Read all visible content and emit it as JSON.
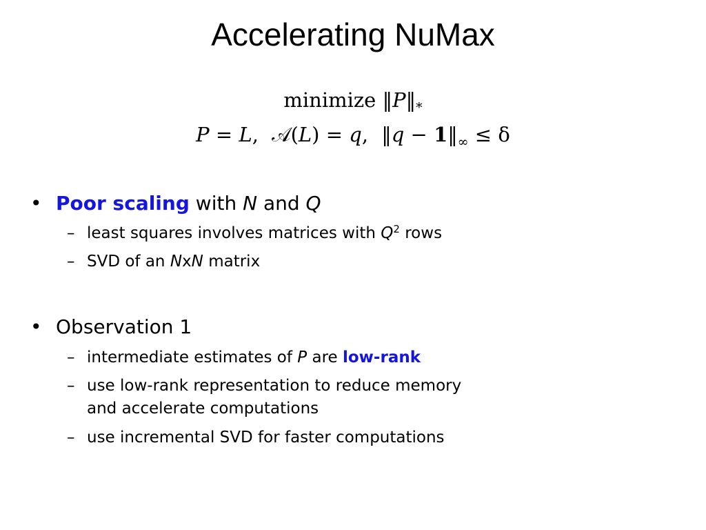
{
  "title": "Accelerating NuMax",
  "formula": {
    "line1_word": "minimize",
    "P": "P",
    "L": "L",
    "q": "q",
    "A": "𝒜",
    "one": "1",
    "star": "*",
    "infinity": "∞",
    "delta": "δ"
  },
  "bullets": [
    {
      "marker": "•",
      "highlight": "Poor scaling",
      "text_with": " with ",
      "N": "N",
      "text_and": " and ",
      "Q": "Q",
      "subs": [
        {
          "dash": "–",
          "pre": "least squares involves matrices with ",
          "var": "Q",
          "sup": "2",
          "post": " rows"
        },
        {
          "dash": "–",
          "pre": "SVD of an ",
          "var1": "N",
          "mid": "x",
          "var2": "N",
          "post": " matrix"
        }
      ]
    },
    {
      "marker": "•",
      "text": "Observation 1",
      "subs": [
        {
          "dash": "–",
          "pre": "intermediate estimates of ",
          "var": "P",
          "mid": " are ",
          "highlight": "low-rank"
        },
        {
          "dash": "–",
          "line1": "use low-rank representation to reduce memory",
          "line2": "and accelerate computations"
        },
        {
          "dash": "–",
          "text": "use incremental SVD for faster computations"
        }
      ]
    }
  ],
  "colors": {
    "highlight": "#1515e0",
    "text": "#000000",
    "background": "#ffffff"
  }
}
